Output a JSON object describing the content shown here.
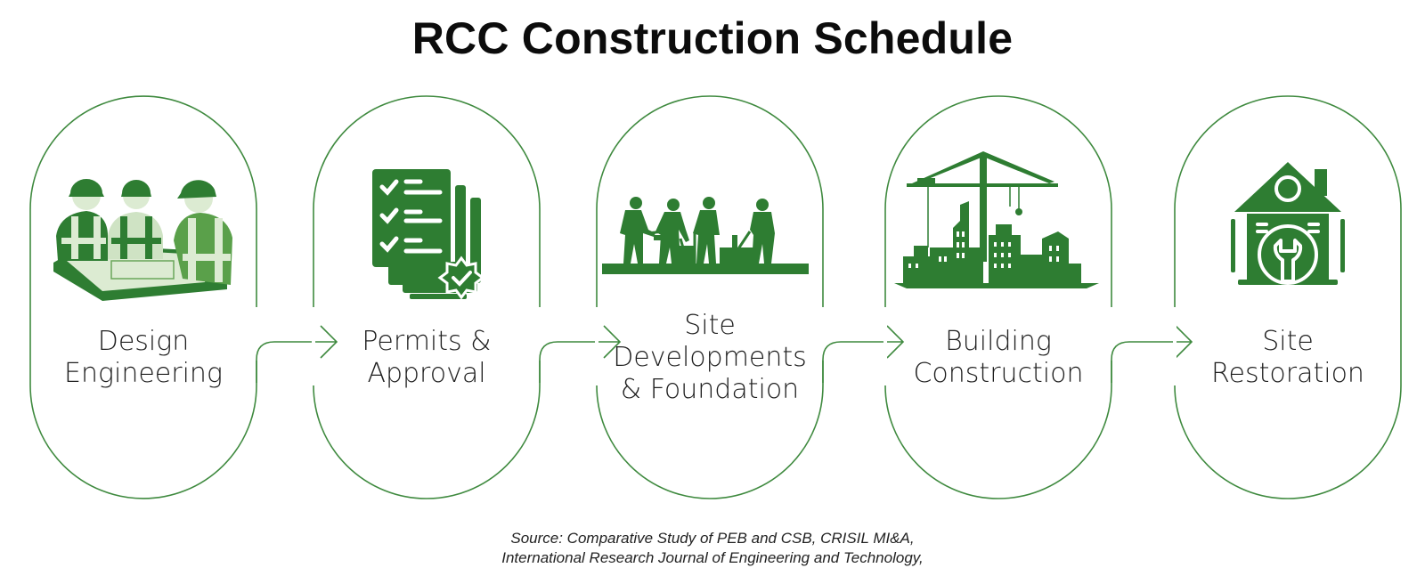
{
  "title": "RCC Construction Schedule",
  "accent_color": "#2e7d32",
  "steps": [
    {
      "label_lines": [
        "Design",
        "Engineering"
      ],
      "icon": "engineers-at-blueprint-table-icon"
    },
    {
      "label_lines": [
        "Permits &",
        "Approval"
      ],
      "icon": "checklist-documents-certified-icon"
    },
    {
      "label_lines": [
        "Site",
        "Developments",
        "& Foundation"
      ],
      "icon": "construction-workers-silhouette-icon"
    },
    {
      "label_lines": [
        "Building",
        "Construction"
      ],
      "icon": "crane-city-buildings-icon"
    },
    {
      "label_lines": [
        "Site",
        "Restoration"
      ],
      "icon": "house-wrench-icon"
    }
  ],
  "source": {
    "line1": "Source: Comparative Study of PEB and CSB,  CRISIL MI&A,",
    "line2": "International Research Journal of Engineering and Technology,"
  }
}
